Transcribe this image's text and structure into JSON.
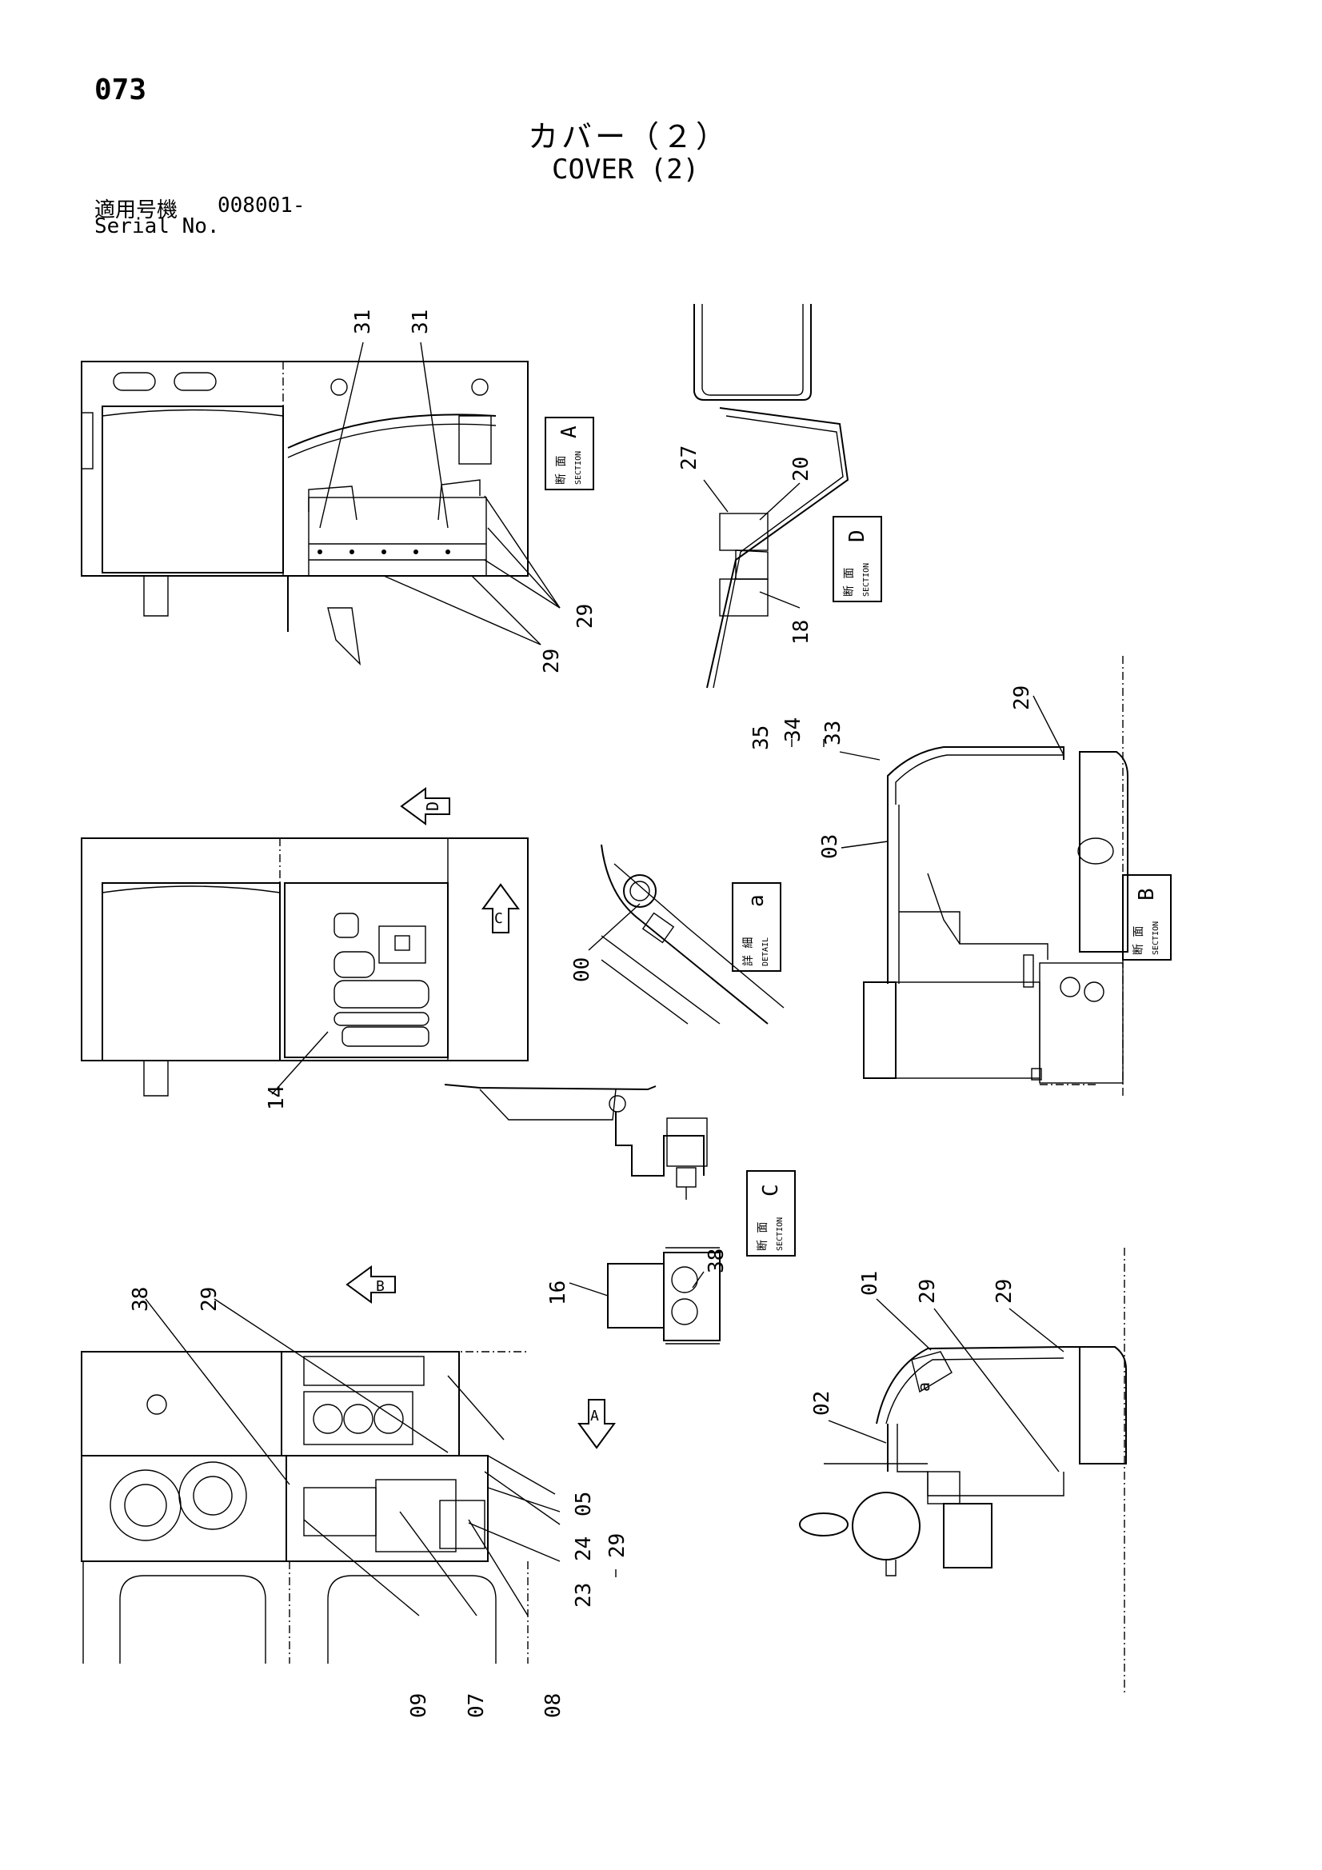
{
  "header": {
    "page_number": "073",
    "title_jp": "カバー（２）",
    "title_en": "COVER (2)",
    "serial_label_jp": "適用号機",
    "serial_code": "008001-",
    "serial_label_en": "Serial No."
  },
  "callouts": [
    {
      "id": "c31a",
      "text": "31"
    },
    {
      "id": "c31b",
      "text": "31"
    },
    {
      "id": "c29a",
      "text": "29"
    },
    {
      "id": "c29b",
      "text": "29"
    },
    {
      "id": "c27",
      "text": "27"
    },
    {
      "id": "c20",
      "text": "20"
    },
    {
      "id": "c18",
      "text": "18"
    },
    {
      "id": "c35",
      "text": "35"
    },
    {
      "id": "c34",
      "text": "34"
    },
    {
      "id": "c33",
      "text": "33"
    },
    {
      "id": "c29c",
      "text": "29"
    },
    {
      "id": "c03",
      "text": "03"
    },
    {
      "id": "c00",
      "text": "00"
    },
    {
      "id": "c14",
      "text": "14"
    },
    {
      "id": "c16",
      "text": "16"
    },
    {
      "id": "c38a",
      "text": "38"
    },
    {
      "id": "c38b",
      "text": "38"
    },
    {
      "id": "c29d",
      "text": "29"
    },
    {
      "id": "c05",
      "text": "05"
    },
    {
      "id": "c24",
      "text": "24"
    },
    {
      "id": "c29e",
      "text": "29"
    },
    {
      "id": "c23",
      "text": "23"
    },
    {
      "id": "c09",
      "text": "09"
    },
    {
      "id": "c07",
      "text": "07"
    },
    {
      "id": "c08",
      "text": "08"
    },
    {
      "id": "c01",
      "text": "01"
    },
    {
      "id": "c29f",
      "text": "29"
    },
    {
      "id": "c29g",
      "text": "29"
    },
    {
      "id": "c02",
      "text": "02"
    },
    {
      "id": "ca",
      "text": "a"
    }
  ],
  "section_labels": [
    {
      "id": "secA",
      "jp": "断 面",
      "en": "SECTION",
      "letter": "A"
    },
    {
      "id": "secD",
      "jp": "断 面",
      "en": "SECTION",
      "letter": "D"
    },
    {
      "id": "secB",
      "jp": "断 面",
      "en": "SECTION",
      "letter": "B"
    },
    {
      "id": "secC",
      "jp": "断 面",
      "en": "SECTION",
      "letter": "C"
    },
    {
      "id": "detA",
      "jp": "詳 細",
      "en": "DETAIL",
      "letter": "a"
    }
  ],
  "view_arrows": [
    {
      "id": "arrowD",
      "letter": "D"
    },
    {
      "id": "arrowC",
      "letter": "C"
    },
    {
      "id": "arrowB",
      "letter": "B"
    },
    {
      "id": "arrowA",
      "letter": "A"
    }
  ]
}
